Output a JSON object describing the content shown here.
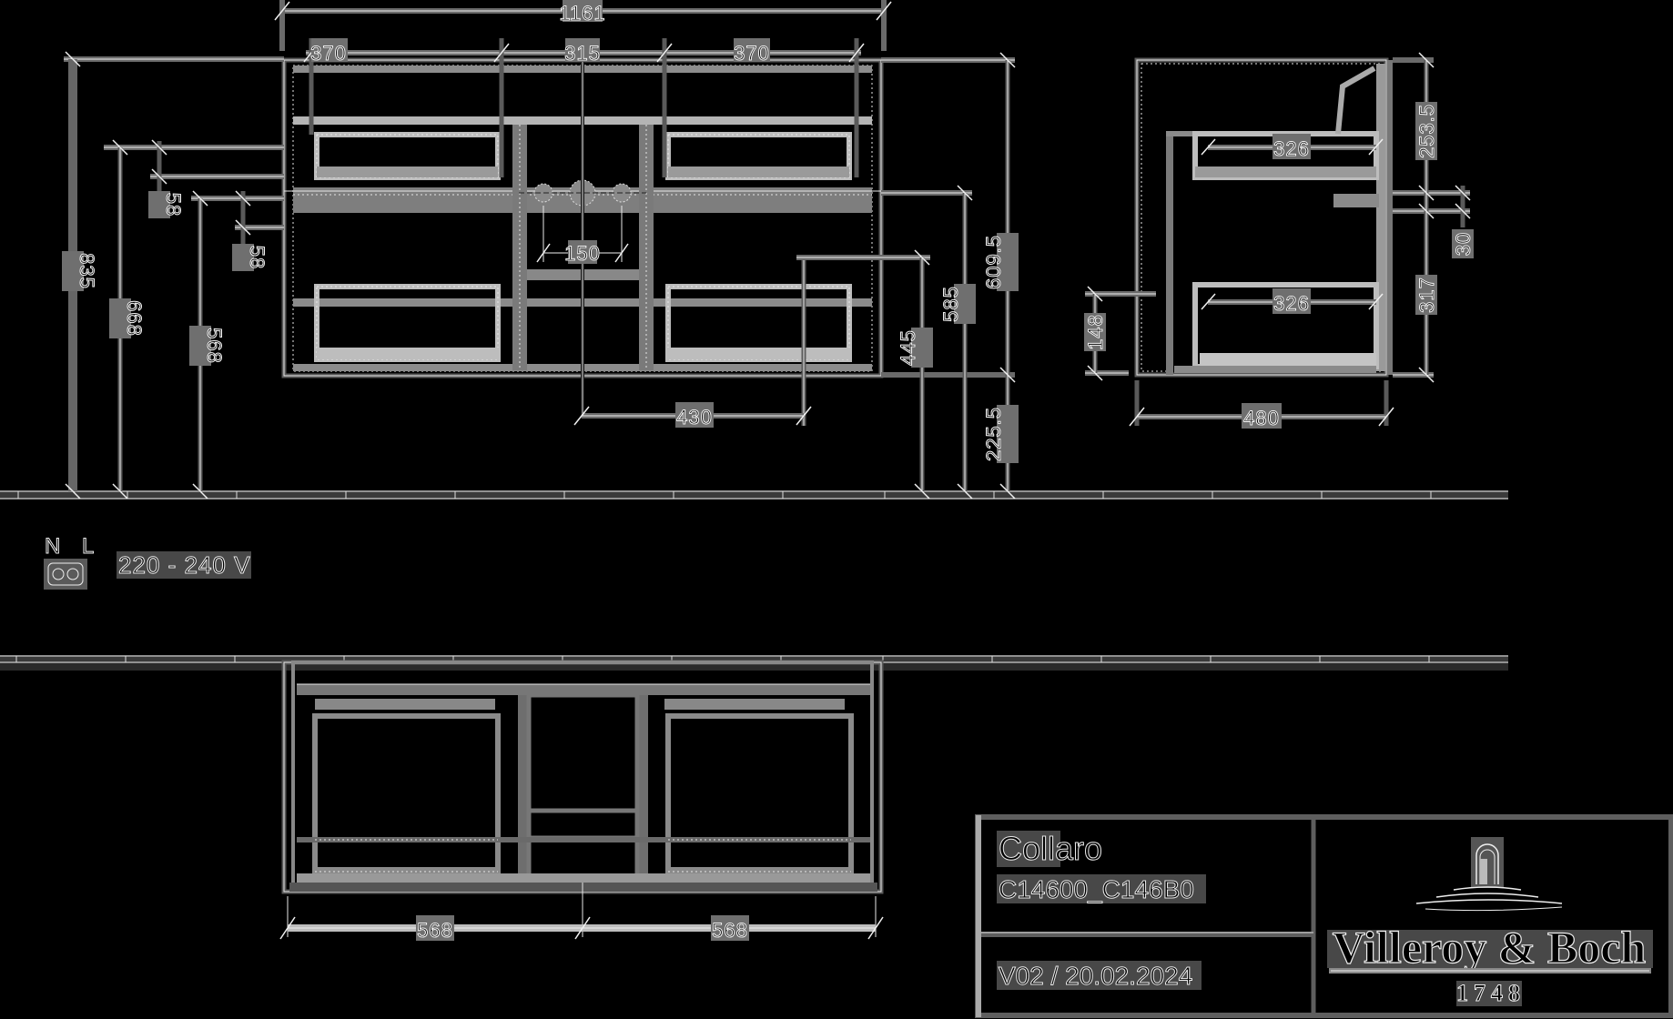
{
  "drawing": {
    "type": "technical dimension drawing",
    "units": "mm",
    "front_view": {
      "overall_width": "1161",
      "drawer_widths": [
        "370",
        "315",
        "370"
      ],
      "tap_hole_spacing": "150",
      "drain_offset": "430",
      "left_heights": {
        "total_height": "835",
        "upper_drawer_height": "668",
        "upper_drawer_depth": "58",
        "lower_drawer_height": "568",
        "lower_drawer_depth": "58"
      },
      "right_heights": {
        "cabinet_height": "609.5",
        "floor_clearance": "225.5",
        "worktop_height": "585",
        "drain_height": "445"
      }
    },
    "side_view": {
      "upper_drawer_depth": "326",
      "lower_drawer_depth": "326",
      "top_section": "253.5",
      "gap": "30",
      "lower_section": "317",
      "plinth": "148",
      "depth": "480"
    },
    "plan_view": {
      "left_width": "568",
      "right_width": "568"
    },
    "electrical": {
      "neutral_label": "N",
      "live_label": "L",
      "voltage": "220 - 240 V"
    }
  },
  "title_block": {
    "product_name": "Collaro",
    "article_numbers": "C14600_C146B0",
    "version_date": "V02 / 20.02.2024",
    "brand": "Villeroy & Boch",
    "brand_year": "1748"
  },
  "colors": {
    "background": "#000000",
    "line": "#5a5a5a",
    "highlight": "#f0f0f0"
  }
}
